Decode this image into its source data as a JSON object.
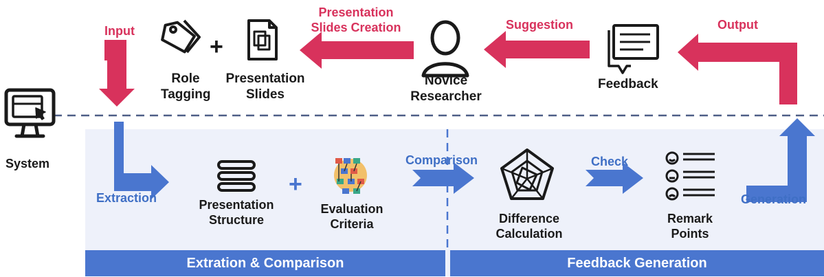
{
  "colors": {
    "red": "#d8325c",
    "blue": "#4a76cf",
    "panel": "#eef1fa",
    "band": "#4a76cf",
    "dark": "#1a1a1a"
  },
  "labels": {
    "system": "System",
    "input": "Input",
    "role_tagging": "Role\nTagging",
    "plus": "+",
    "presentation_slides": "Presentation\nSlides",
    "presentation_slides_creation": "Presentation\nSlides Creation",
    "novice_researcher": "Novice\nResearcher",
    "suggestion": "Suggestion",
    "feedback": "Feedback",
    "output": "Output",
    "extraction": "Extraction",
    "presentation_structure": "Presentation\nStructure",
    "evaluation_criteria": "Evaluation\nCriteria",
    "comparison": "Comparison",
    "difference_calculation": "Difference\nCalculation",
    "check": "Check",
    "remark_points": "Remark\nPoints",
    "generation": "Generation"
  },
  "bands": {
    "left": "Extration  & Comparison",
    "right": "Feedback Generation"
  },
  "icons": [
    "monitor-icon",
    "tag-icon",
    "slides-icon",
    "person-icon",
    "feedback-chat-icon",
    "list-icon",
    "flowchart-icon",
    "radar-icon",
    "remark-faces-icon"
  ]
}
